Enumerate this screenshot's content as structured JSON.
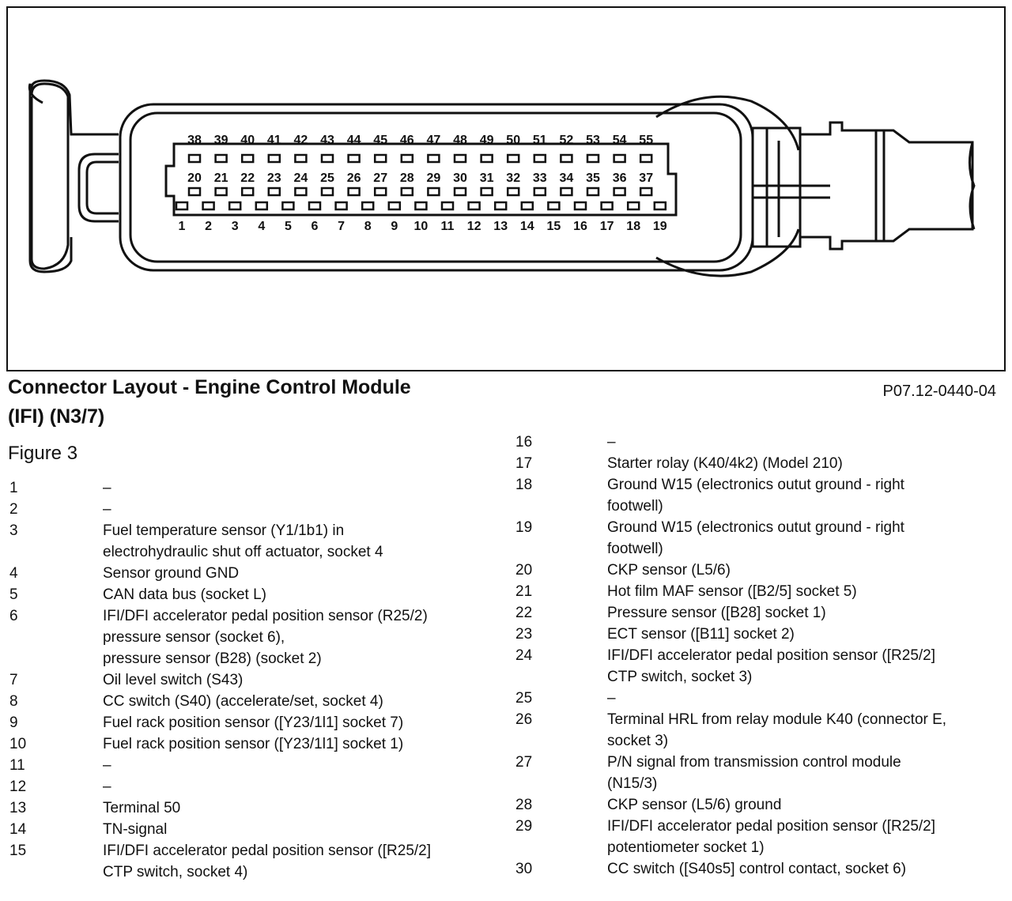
{
  "diagram": {
    "pin_rows": [
      {
        "row": "top",
        "pins": [
          "38",
          "39",
          "40",
          "41",
          "42",
          "43",
          "44",
          "45",
          "46",
          "47",
          "48",
          "49",
          "50",
          "51",
          "52",
          "53",
          "54",
          "55"
        ]
      },
      {
        "row": "middle",
        "pins": [
          "20",
          "21",
          "22",
          "23",
          "24",
          "25",
          "26",
          "27",
          "28",
          "29",
          "30",
          "31",
          "32",
          "33",
          "34",
          "35",
          "36",
          "37"
        ]
      },
      {
        "row": "bottom",
        "pins": [
          "1",
          "2",
          "3",
          "4",
          "5",
          "6",
          "7",
          "8",
          "9",
          "10",
          "11",
          "12",
          "13",
          "14",
          "15",
          "16",
          "17",
          "18",
          "19"
        ]
      }
    ]
  },
  "caption": {
    "title": "Connector Layout - Engine Control Module (IFI) (N3/7)",
    "figure_code": "P07.12-0440-04",
    "figure_label": "Figure 3"
  },
  "pin_list_left": [
    {
      "pin": "1",
      "desc": "–"
    },
    {
      "pin": "2",
      "desc": "–"
    },
    {
      "pin": "3",
      "desc": "Fuel temperature sensor (Y1/1b1) in\nelectrohydraulic shut off actuator, socket 4"
    },
    {
      "pin": "4",
      "desc": "Sensor ground GND"
    },
    {
      "pin": "5",
      "desc": "CAN data bus (socket L)"
    },
    {
      "pin": "6",
      "desc": "IFI/DFI accelerator pedal position sensor (R25/2)\npressure sensor (socket 6),\npressure sensor (B28)  (socket 2)"
    },
    {
      "pin": "7",
      "desc": "Oil level switch (S43)"
    },
    {
      "pin": "8",
      "desc": "CC switch (S40) (accelerate/set, socket 4)"
    },
    {
      "pin": "9",
      "desc": "Fuel rack position sensor ([Y23/1l1] socket 7)"
    },
    {
      "pin": "10",
      "desc": "Fuel rack position sensor  ([Y23/1l1] socket 1)"
    },
    {
      "pin": "11",
      "desc": "–"
    },
    {
      "pin": "12",
      "desc": "–"
    },
    {
      "pin": "13",
      "desc": "Terminal 50"
    },
    {
      "pin": "14",
      "desc": "TN-signal"
    },
    {
      "pin": "15",
      "desc": "IFI/DFI accelerator pedal position sensor ([R25/2]\nCTP switch, socket 4)"
    }
  ],
  "pin_list_right": [
    {
      "pin": "16",
      "desc": "–"
    },
    {
      "pin": "17",
      "desc": "Starter rolay (K40/4k2) (Model 210)"
    },
    {
      "pin": "18",
      "desc": "Ground W15 (electronics outut ground - right\nfootwell)"
    },
    {
      "pin": "19",
      "desc": "Ground W15 (electronics outut ground - right\nfootwell)"
    },
    {
      "pin": "20",
      "desc": "CKP sensor (L5/6)"
    },
    {
      "pin": "21",
      "desc": "Hot film MAF sensor ([B2/5] socket 5)"
    },
    {
      "pin": "22",
      "desc": "Pressure sensor ([B28] socket 1)"
    },
    {
      "pin": "23",
      "desc": "ECT sensor ([B11] socket 2)"
    },
    {
      "pin": "24",
      "desc": "IFI/DFI accelerator pedal position sensor ([R25/2]\nCTP switch, socket 3)"
    },
    {
      "pin": "25",
      "desc": "–"
    },
    {
      "pin": "26",
      "desc": "Terminal HRL from relay module K40 (connector E,\nsocket 3)"
    },
    {
      "pin": "27",
      "desc": "P/N signal from transmission control module\n(N15/3)"
    },
    {
      "pin": "28",
      "desc": "CKP sensor (L5/6) ground"
    },
    {
      "pin": "29",
      "desc": "IFI/DFI accelerator pedal position sensor ([R25/2]\npotentiometer socket 1)"
    },
    {
      "pin": "30",
      "desc": "CC switch ([S40s5] control contact, socket 6)"
    }
  ]
}
